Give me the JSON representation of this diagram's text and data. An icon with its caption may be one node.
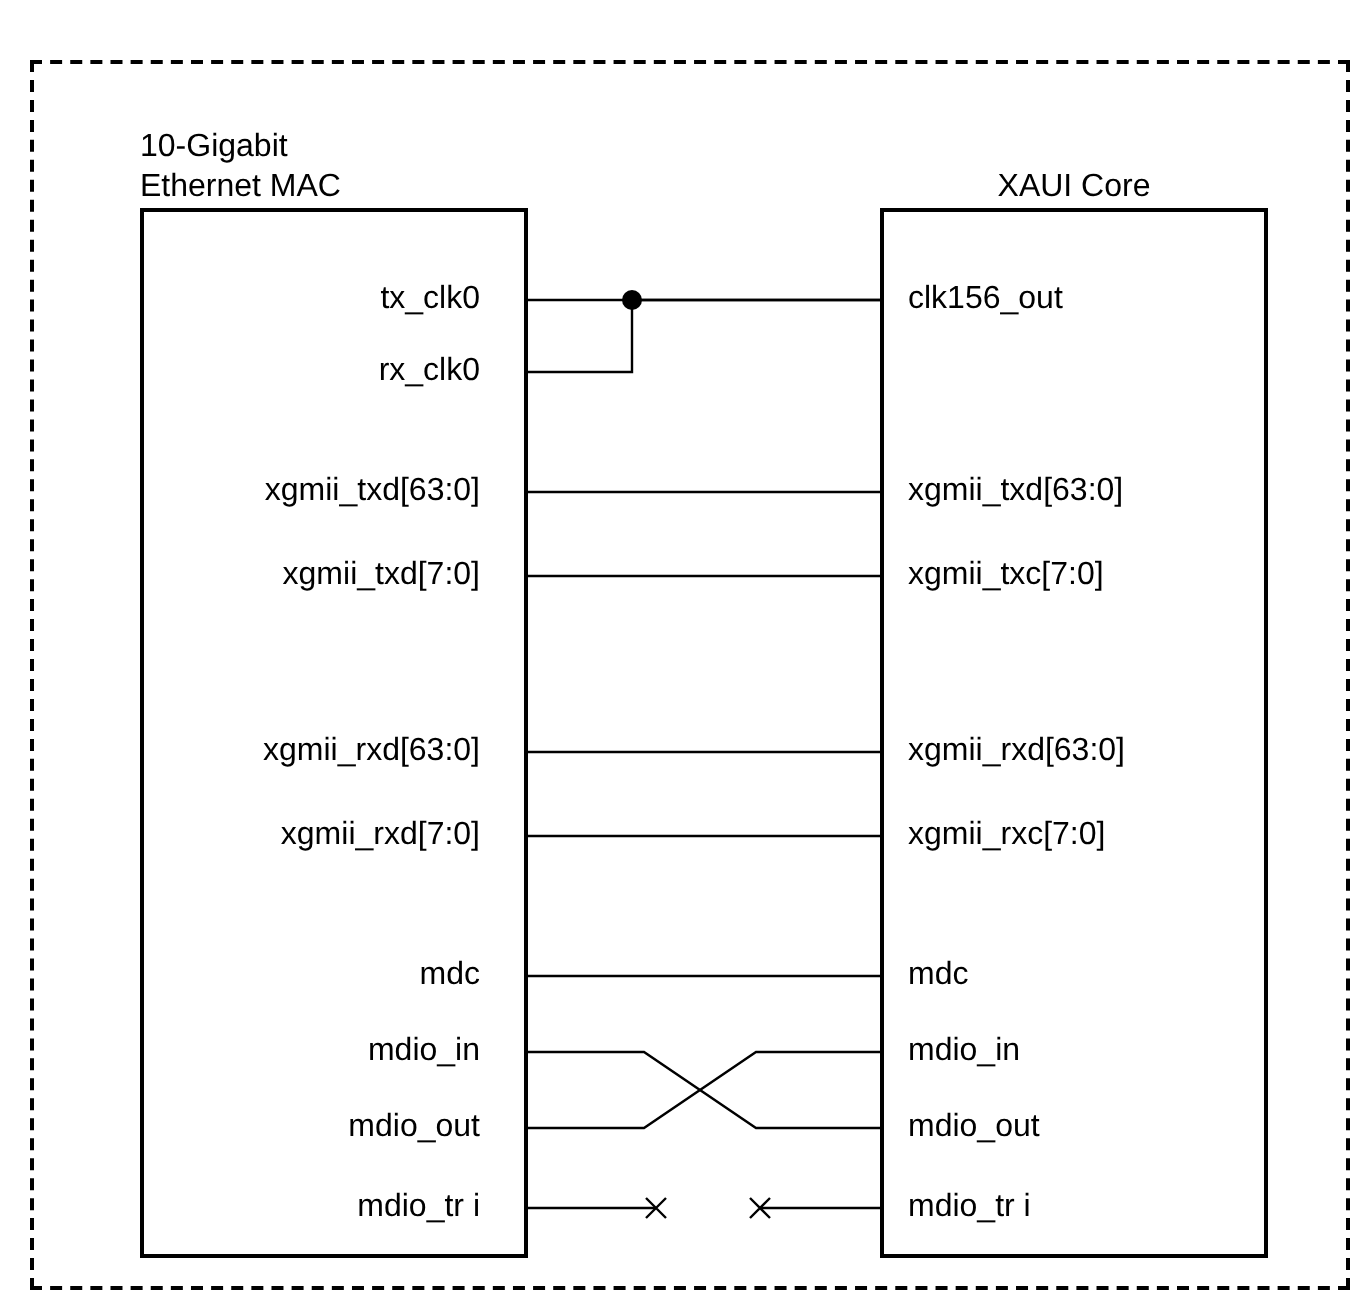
{
  "diagram": {
    "nodes": [
      {
        "text": [],
        "shape": "box"
      },
      {
        "text": [
          "10-Gigabit Ethernet MAC"
        ],
        "in": 0
      },
      {
        "text": [
          "XAUI Core"
        ],
        "in": 0
      },
      {
        "text": [
          "tx_clk0"
        ],
        "in": 1
      },
      {
        "text": [
          "rx_clk0"
        ],
        "in": 1
      },
      {
        "text": [
          "xgmii_txd[63:0]"
        ],
        "in": 1
      },
      {
        "text": [
          "xgmii_txd[7:0]"
        ],
        "in": 1
      },
      {
        "text": [
          "xgmii_rxd[63:0]"
        ],
        "in": 1
      },
      {
        "text": [
          "xgmii_rxd[7:0]"
        ],
        "in": 1
      },
      {
        "text": [
          "mdc"
        ],
        "in": 1
      },
      {
        "text": [
          "mdio_in"
        ],
        "in": 1
      },
      {
        "text": [
          "mdio_out"
        ],
        "in": 1
      },
      {
        "text": [
          "mdio_tr i"
        ],
        "in": 1
      },
      {
        "text": [
          "clk156_out"
        ],
        "in": 2
      },
      {
        "text": [
          "xgmii_txd[63:0]"
        ],
        "in": 2
      },
      {
        "text": [
          "xgmii_txc[7:0]"
        ],
        "in": 2
      },
      {
        "text": [
          "xgmii_rxd[63:0]"
        ],
        "in": 2
      },
      {
        "text": [
          "xgmii_rxc[7:0]"
        ],
        "in": 2
      },
      {
        "text": [
          "mdc"
        ],
        "in": 2
      },
      {
        "text": [
          "mdio_in"
        ],
        "in": 2
      },
      {
        "text": [
          "mdio_out"
        ],
        "in": 2
      },
      {
        "text": [
          "mdio_tr i"
        ],
        "in": 2
      }
    ],
    "edges": [
      {
        "from": 13,
        "to": 3,
        "arrow": "none"
      },
      {
        "from": 13,
        "to": 4,
        "arrow": "none"
      },
      {
        "from": 5,
        "to": 14,
        "arrow": "none"
      },
      {
        "from": 6,
        "to": 15,
        "arrow": "none"
      },
      {
        "from": 7,
        "to": 16,
        "arrow": "none"
      },
      {
        "from": 8,
        "to": 17,
        "arrow": "none"
      },
      {
        "from": 9,
        "to": 18,
        "arrow": "none"
      },
      {
        "from": 10,
        "to": 20,
        "arrow": "none"
      },
      {
        "from": 11,
        "to": 19,
        "arrow": "none"
      },
      {
        "from": 12,
        "to": null,
        "arrow": "to"
      },
      {
        "from": 21,
        "to": null,
        "arrow": "to"
      }
    ]
  }
}
